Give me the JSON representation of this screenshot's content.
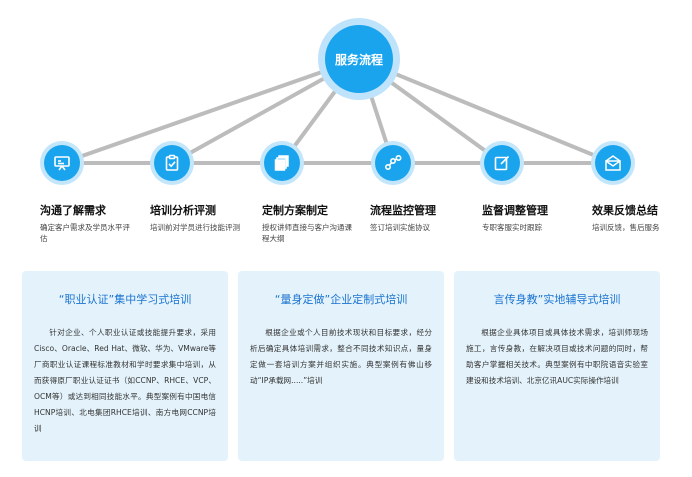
{
  "hub": {
    "label": "服务流程"
  },
  "steps": [
    {
      "title": "沟通了解需求",
      "desc": "确定客户需求及学员水平评估",
      "icon": "presentation-board-icon"
    },
    {
      "title": "培训分析评测",
      "desc": "培训前对学员进行技能评测",
      "icon": "clipboard-check-icon"
    },
    {
      "title": "定制方案制定",
      "desc": "授权讲师直接与客户沟通课程大纲",
      "icon": "stacked-documents-icon"
    },
    {
      "title": "流程监控管理",
      "desc": "签订培训实施协议",
      "icon": "workflow-nodes-icon"
    },
    {
      "title": "监督调整管理",
      "desc": "专职客服实时跟踪",
      "icon": "edit-note-icon"
    },
    {
      "title": "效果反馈总结",
      "desc": "培训反馈，售后服务",
      "icon": "open-envelope-icon"
    }
  ],
  "cards": [
    {
      "title": "“职业认证”集中学习式培训",
      "body": "针对企业、个人职业认证或技能提升要求，采用Cisco、Oracle、Red Hat、微软、华为、VMware等厂商职业认证课程标准教材和学时要求集中培训，从而获得原厂职业认证证书（如CCNP、RHCE、VCP、OCM等）或达到相同技能水平。典型案例有中国电信HCNP培训、北电集团RHCE培训、南方电网CCNP培训"
    },
    {
      "title": "“量身定做”企业定制式培训",
      "body": "根据企业或个人目前技术现状和目标要求，经分析后确定具体培训需求，整合不同技术知识点，量身定做一套培训方案并组织实施。典型案例有佛山移动“IP承载网.....”培训"
    },
    {
      "title": "言传身教”实地辅导式培训",
      "body": "根据企业具体项目或具体技术需求，培训师现场施工，言传身教，在解决项目或技术问题的同时，帮助客户掌握相关技术。典型案例有中职院语音实验室建设和技术培训、北京亿讯AUC实际操作培训"
    }
  ]
}
